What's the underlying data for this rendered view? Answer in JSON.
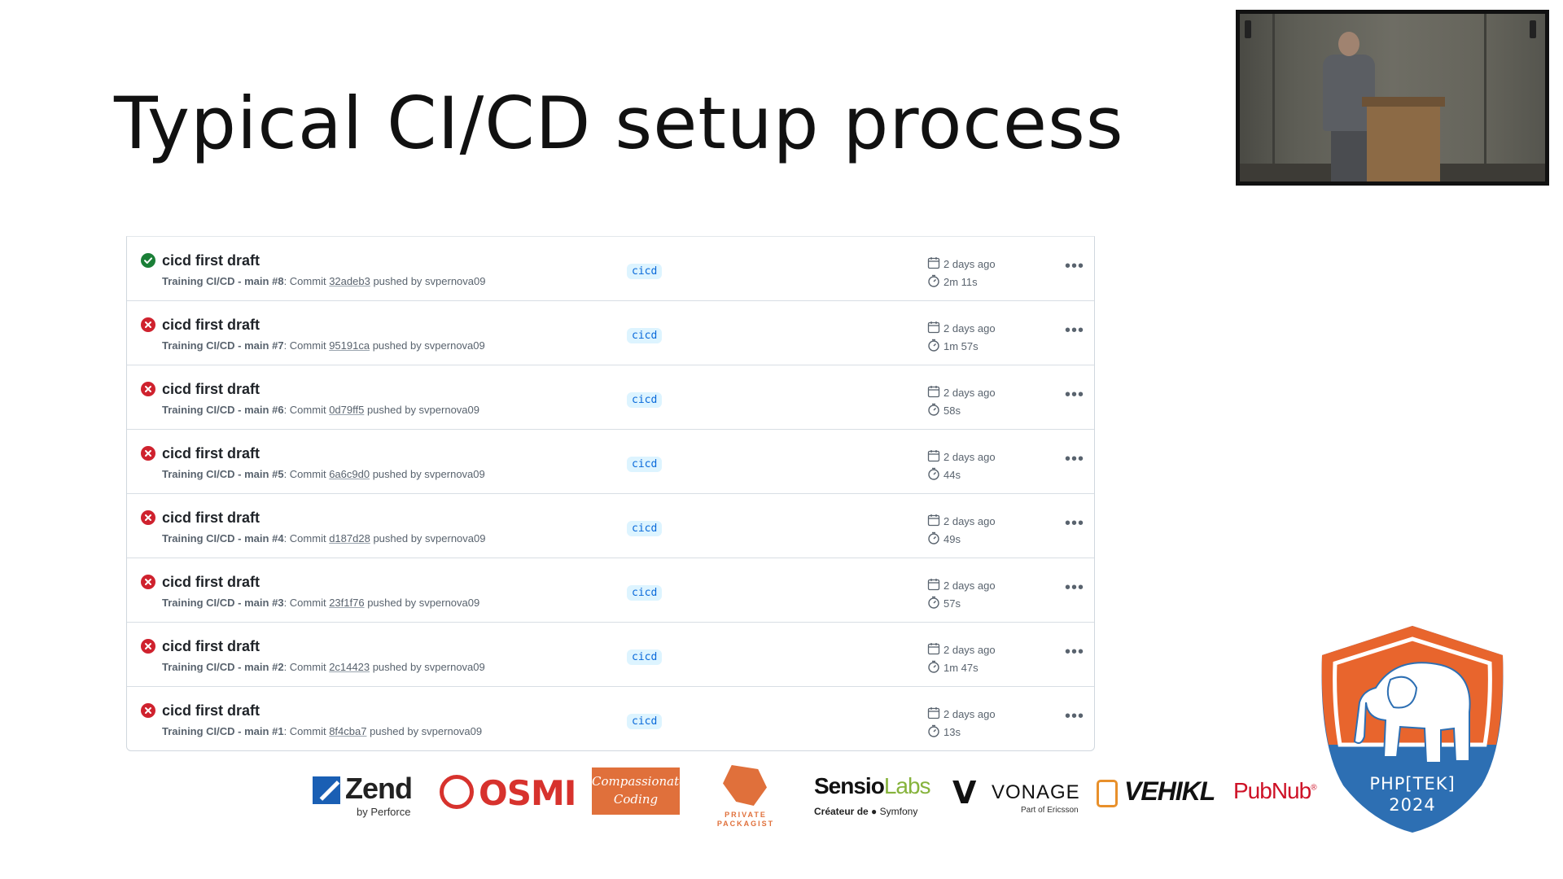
{
  "slide": {
    "title": "Typical CI/CD setup process"
  },
  "runs": [
    {
      "title": "cicd first draft",
      "status": "success",
      "workflow": "Training CI/CD - main",
      "run_number": "#8",
      "commit_label": ": Commit",
      "commit": "32adeb3",
      "pushed_by": "pushed by svpernova09",
      "branch": "cicd",
      "when": "2 days ago",
      "duration": "2m 11s"
    },
    {
      "title": "cicd first draft",
      "status": "failure",
      "workflow": "Training CI/CD - main",
      "run_number": "#7",
      "commit_label": ": Commit",
      "commit": "95191ca",
      "pushed_by": "pushed by svpernova09",
      "branch": "cicd",
      "when": "2 days ago",
      "duration": "1m 57s"
    },
    {
      "title": "cicd first draft",
      "status": "failure",
      "workflow": "Training CI/CD - main",
      "run_number": "#6",
      "commit_label": ": Commit",
      "commit": "0d79ff5",
      "pushed_by": "pushed by svpernova09",
      "branch": "cicd",
      "when": "2 days ago",
      "duration": "58s"
    },
    {
      "title": "cicd first draft",
      "status": "failure",
      "workflow": "Training CI/CD - main",
      "run_number": "#5",
      "commit_label": ": Commit",
      "commit": "6a6c9d0",
      "pushed_by": "pushed by svpernova09",
      "branch": "cicd",
      "when": "2 days ago",
      "duration": "44s"
    },
    {
      "title": "cicd first draft",
      "status": "failure",
      "workflow": "Training CI/CD - main",
      "run_number": "#4",
      "commit_label": ": Commit",
      "commit": "d187d28",
      "pushed_by": "pushed by svpernova09",
      "branch": "cicd",
      "when": "2 days ago",
      "duration": "49s"
    },
    {
      "title": "cicd first draft",
      "status": "failure",
      "workflow": "Training CI/CD - main",
      "run_number": "#3",
      "commit_label": ": Commit",
      "commit": "23f1f76",
      "pushed_by": "pushed by svpernova09",
      "branch": "cicd",
      "when": "2 days ago",
      "duration": "57s"
    },
    {
      "title": "cicd first draft",
      "status": "failure",
      "workflow": "Training CI/CD - main",
      "run_number": "#2",
      "commit_label": ": Commit",
      "commit": "2c14423",
      "pushed_by": "pushed by svpernova09",
      "branch": "cicd",
      "when": "2 days ago",
      "duration": "1m 47s"
    },
    {
      "title": "cicd first draft",
      "status": "failure",
      "workflow": "Training CI/CD - main",
      "run_number": "#1",
      "commit_label": ": Commit",
      "commit": "8f4cba7",
      "pushed_by": "pushed by svpernova09",
      "branch": "cicd",
      "when": "2 days ago",
      "duration": "13s"
    }
  ],
  "icons": {
    "success": "check-circle-icon",
    "failure": "x-circle-icon",
    "calendar": "calendar-icon",
    "stopwatch": "stopwatch-icon",
    "kebab": "kebab-horizontal-icon"
  },
  "colors": {
    "success": "#1a7f37",
    "failure": "#cf222e",
    "branch_bg": "#ddf4ff",
    "branch_fg": "#0969da",
    "badge_orange": "#e8652d",
    "badge_blue": "#2d6fb3"
  },
  "sponsors": {
    "zend": {
      "name": "Zend",
      "sub": "by Perforce"
    },
    "osmi": {
      "name": "OSMI"
    },
    "compassionate": {
      "line1": "Compassionate",
      "line2": "Coding"
    },
    "packagist": {
      "line1": "PRIVATE",
      "line2": "PACKAGIST"
    },
    "sensiolabs": {
      "name_a": "Sensio",
      "name_b": "Labs",
      "sub_a": "Créateur de",
      "sub_b": "Symfony"
    },
    "vonage": {
      "mark": "V",
      "name": "VONAGE",
      "sub": "Part of Ericsson"
    },
    "vehikl": {
      "name": "VEHIKL"
    },
    "pubnub": {
      "name": "PubNub",
      "mark": "®"
    }
  },
  "event_badge": {
    "line1": "PHP[TEK]",
    "line2": "2024"
  }
}
